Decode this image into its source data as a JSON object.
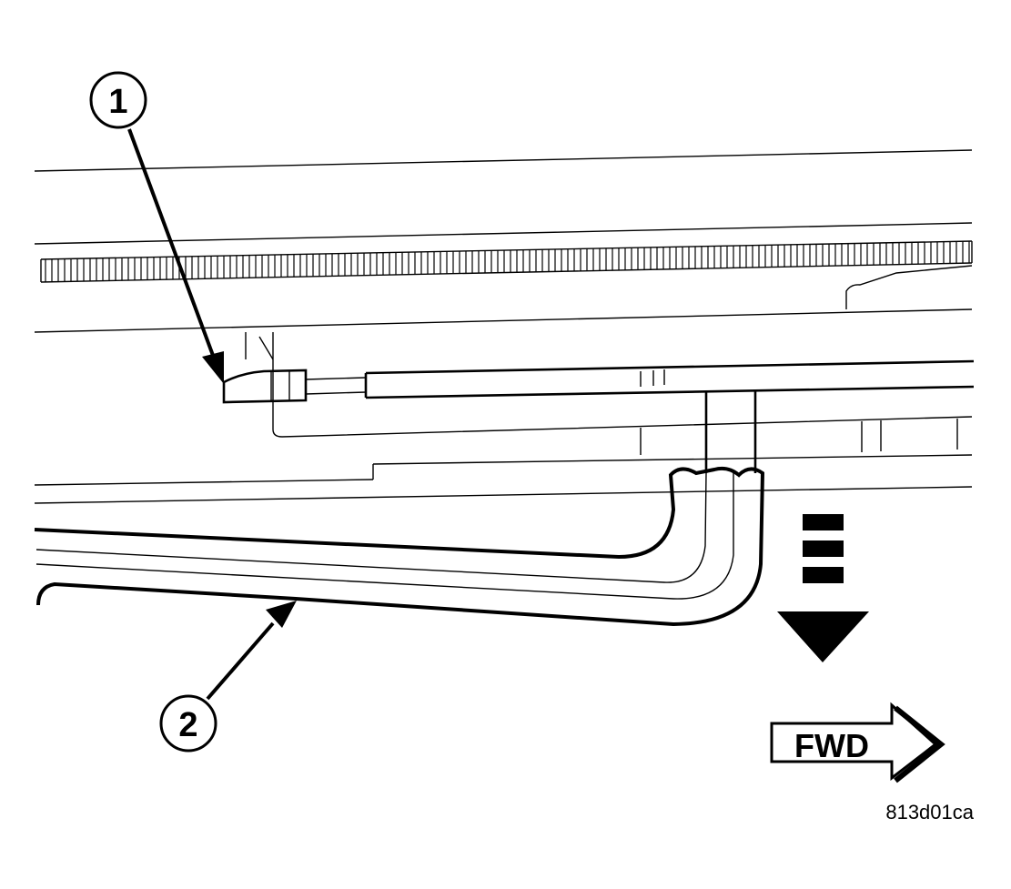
{
  "callouts": {
    "one": "1",
    "two": "2"
  },
  "direction_label": "FWD",
  "figure_id": "813d01ca"
}
